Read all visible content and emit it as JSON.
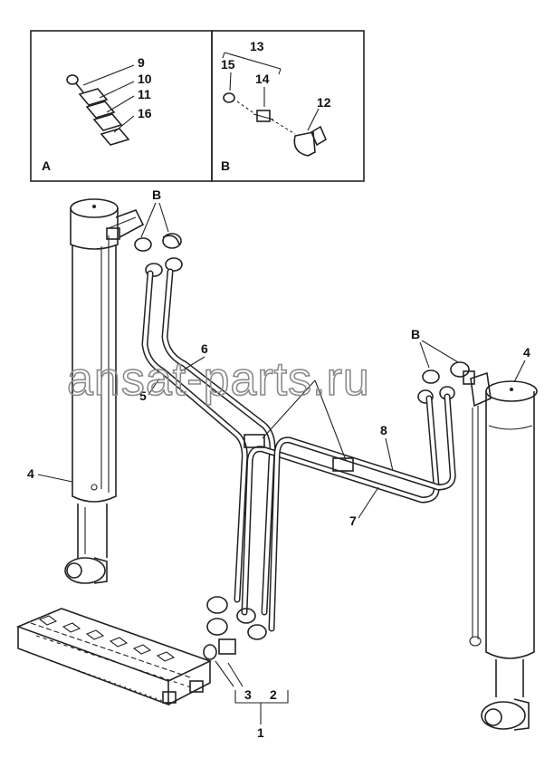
{
  "insets": {
    "a": {
      "tag": "A",
      "labels": {
        "n9": "9",
        "n10": "10",
        "n11": "11",
        "n16": "16"
      }
    },
    "b": {
      "tag": "B",
      "labels": {
        "n13": "13",
        "n15": "15",
        "n14": "14",
        "n12": "12"
      }
    }
  },
  "callouts": {
    "b_left": "B",
    "b_right": "B",
    "n4_left": "4",
    "n4_right": "4",
    "n5": "5",
    "n6": "6",
    "n7": "7",
    "n8": "8",
    "n3": "3",
    "n2": "2",
    "n1": "1"
  },
  "watermark": "ansat-parts.ru"
}
